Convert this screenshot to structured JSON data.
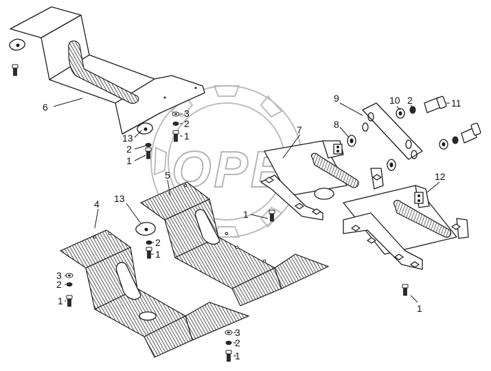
{
  "watermark": {
    "text": "OPEX"
  },
  "callouts": [
    {
      "id": "c6",
      "label": "6"
    },
    {
      "id": "c3a",
      "label": "3"
    },
    {
      "id": "c2a",
      "label": "2"
    },
    {
      "id": "c13a",
      "label": "13"
    },
    {
      "id": "c2b",
      "label": "2"
    },
    {
      "id": "c1a",
      "label": "1"
    },
    {
      "id": "c1b",
      "label": "1"
    },
    {
      "id": "c9",
      "label": "9"
    },
    {
      "id": "c10",
      "label": "10"
    },
    {
      "id": "c2c",
      "label": "2"
    },
    {
      "id": "c11",
      "label": "11"
    },
    {
      "id": "c8",
      "label": "8"
    },
    {
      "id": "c7",
      "label": "7"
    },
    {
      "id": "c5",
      "label": "5"
    },
    {
      "id": "c12",
      "label": "12"
    },
    {
      "id": "c4",
      "label": "4"
    },
    {
      "id": "c13b",
      "label": "13"
    },
    {
      "id": "c1c",
      "label": "1"
    },
    {
      "id": "c2d",
      "label": "2"
    },
    {
      "id": "c1d",
      "label": "1"
    },
    {
      "id": "c3b",
      "label": "3"
    },
    {
      "id": "c2e",
      "label": "2"
    },
    {
      "id": "c1e",
      "label": "1"
    },
    {
      "id": "c3c",
      "label": "3"
    },
    {
      "id": "c2f",
      "label": "2"
    },
    {
      "id": "c1f",
      "label": "1"
    },
    {
      "id": "c1g",
      "label": "1"
    }
  ]
}
